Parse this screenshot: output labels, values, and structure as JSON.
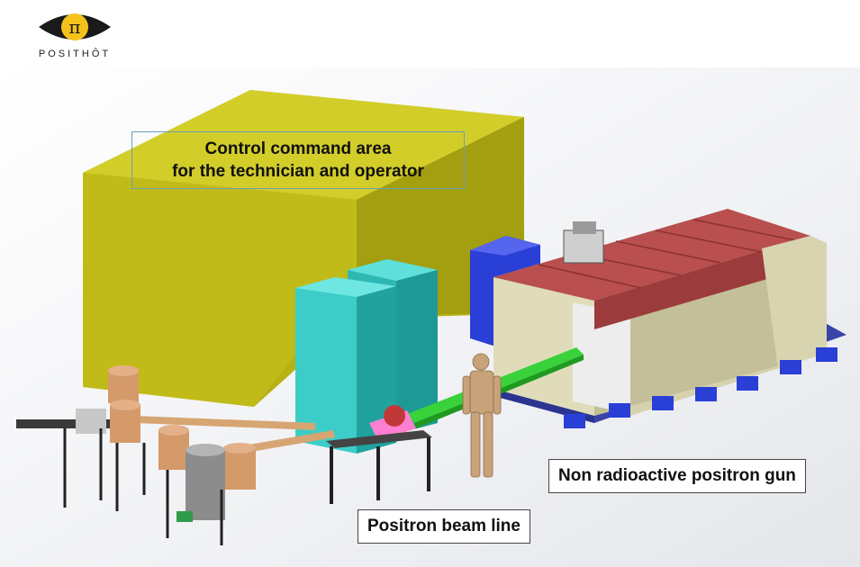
{
  "logo": {
    "text": "POSITHÔT",
    "symbol": "π"
  },
  "labels": {
    "control_line1": "Control command area",
    "control_line2": "for the technician and operator",
    "gun": "Non radioactive positron gun",
    "beam_line": "Positron beam line"
  },
  "colors": {
    "control_area": "#c8c21a",
    "cabinet": "#35c9c4",
    "gun_top": "#b94f4f",
    "gun_body": "#d9d5b0",
    "base_blue": "#2a3fd6",
    "beam_green": "#39d23a",
    "tank_copper": "#d49a6a"
  }
}
